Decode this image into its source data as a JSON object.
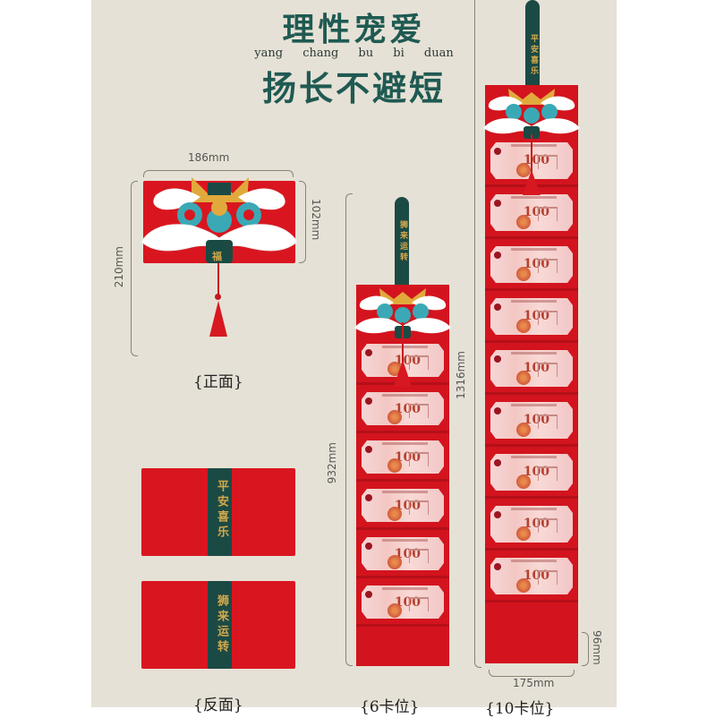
{
  "headline": {
    "line1": "理性宠爱",
    "pinyin": "yang chang bu bi duan",
    "line2": "扬长不避短"
  },
  "front": {
    "width_label": "186mm",
    "height_label": "102mm",
    "total_height_label": "210mm",
    "caption": "{正面}",
    "tag_char": "福"
  },
  "back": {
    "caption": "{反面}",
    "variants": [
      {
        "band_text": "平安喜乐"
      },
      {
        "band_text": "狮来运转"
      }
    ]
  },
  "strips": [
    {
      "stick_text": "狮来运转",
      "slots": 6,
      "height_label": "932mm",
      "bill_value": "100",
      "caption_partial": "{6卡位}"
    },
    {
      "stick_text": "平安喜乐",
      "slots": 10,
      "height_label": "1316mm",
      "bill_value": "100",
      "width_label": "175mm",
      "bottom_pocket_label": "96mm",
      "caption_partial": "{10卡位}"
    }
  ],
  "colors": {
    "background": "#e6e1d6",
    "red": "#d9161f",
    "teal": "#1b4a44",
    "gold": "#d4a84a",
    "headline": "#1f5a52"
  }
}
